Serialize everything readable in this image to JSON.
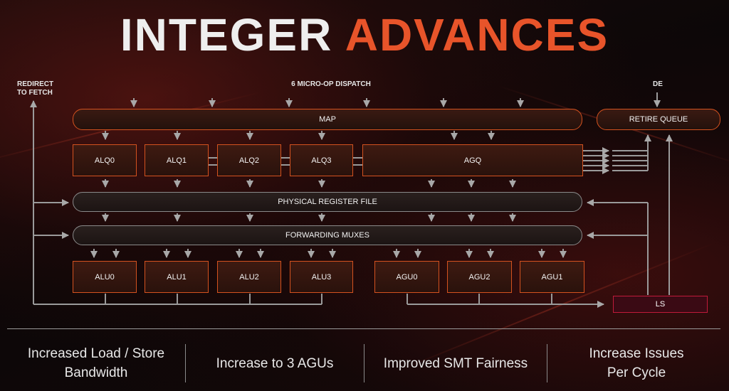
{
  "title": {
    "part1": "INTEGER",
    "part2": "ADVANCES"
  },
  "labels": {
    "redirect_line1": "REDIRECT",
    "redirect_line2": "TO FETCH",
    "dispatch": "6 MICRO-OP DISPATCH",
    "de": "DE"
  },
  "blocks": {
    "map": "MAP",
    "retire_queue": "RETIRE QUEUE",
    "alq": [
      "ALQ0",
      "ALQ1",
      "ALQ2",
      "ALQ3"
    ],
    "agq": "AGQ",
    "prf": "PHYSICAL REGISTER FILE",
    "fwd": "FORWARDING MUXES",
    "alu": [
      "ALU0",
      "ALU1",
      "ALU2",
      "ALU3"
    ],
    "agu": [
      "AGU0",
      "AGU2",
      "AGU1"
    ],
    "ls": "LS"
  },
  "features": [
    {
      "line1": "Increased Load / Store",
      "line2": "Bandwidth"
    },
    {
      "line1": "Increase to 3 AGUs",
      "line2": ""
    },
    {
      "line1": "Improved SMT Fairness",
      "line2": ""
    },
    {
      "line1": "Increase Issues",
      "line2": "Per Cycle"
    }
  ],
  "colors": {
    "accent_orange": "#e8542a",
    "box_border": "#d4521f",
    "ls_border": "#c01a3a",
    "arrow_grey": "#9a9a9a"
  }
}
